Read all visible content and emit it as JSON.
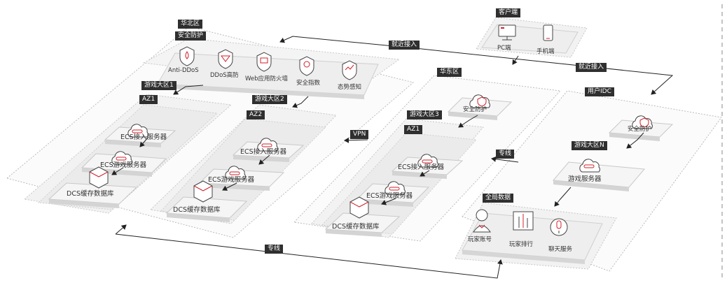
{
  "regions": {
    "north": "华北区",
    "east": "华东区",
    "client": "客户端",
    "user_idc": "用户IDC"
  },
  "security": {
    "title": "安全防护",
    "items": [
      "Anti-DDoS",
      "DDoS高防",
      "Web应用防火墙",
      "安全指数",
      "态势感知"
    ]
  },
  "zones": {
    "zone1": "游戏大区1",
    "zone2": "游戏大区2",
    "zone3": "游戏大区3",
    "zonen": "游戏大区N",
    "az": "AZ1",
    "az2": "AZ2"
  },
  "nodes": {
    "ecs_access": "ECS接入服务器",
    "ecs_game": "ECS游戏服务器",
    "dcs": "DCS缓存数据库",
    "game_server": "游戏服务器",
    "sec": "安全防护"
  },
  "client": {
    "pc": "PC端",
    "mobile": "手机端"
  },
  "global_data": {
    "title": "全局数据",
    "items": [
      "玩家账号",
      "玩家排行",
      "聊天服务"
    ]
  },
  "links": {
    "nearby": "就近接入",
    "vpn": "VPN",
    "dedicated": "专线"
  },
  "colors": {
    "accent": "#d0202a",
    "tag_bg": "#2f2f2f",
    "platform": "#eeeeee"
  }
}
